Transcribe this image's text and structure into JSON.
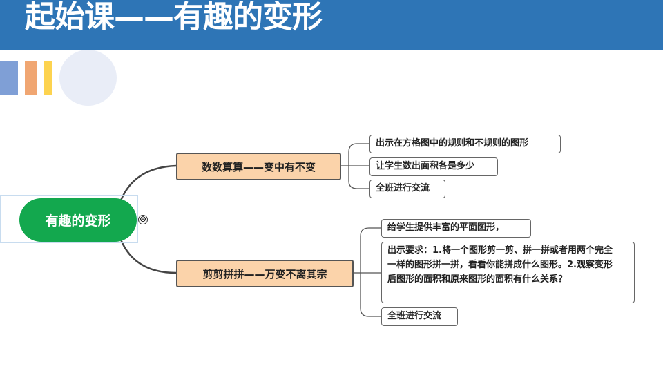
{
  "header": {
    "title": "起始课——有趣的变形"
  },
  "colors": {
    "header": "#2e75b6",
    "root": "#13a84e",
    "branch": "#fbd3aa"
  },
  "mindmap": {
    "root": "有趣的变形",
    "collapse_icon": "⊖",
    "branches": [
      {
        "label": "数数算算——变中有不变",
        "leaves": [
          "出示在方格图中的规则和不规则的图形",
          "让学生数出面积各是多少",
          "全班进行交流"
        ]
      },
      {
        "label": "剪剪拼拼——万变不离其宗",
        "leaves": [
          "给学生提供丰富的平面图形，",
          "出示要求：1.将一个图形剪一剪、拼一拼或者用两个完全一样的图形拼一拼，看看你能拼成什么图形。2.观察变形后图形的面积和原来图形的面积有什么关系？",
          "全班进行交流"
        ]
      }
    ]
  }
}
